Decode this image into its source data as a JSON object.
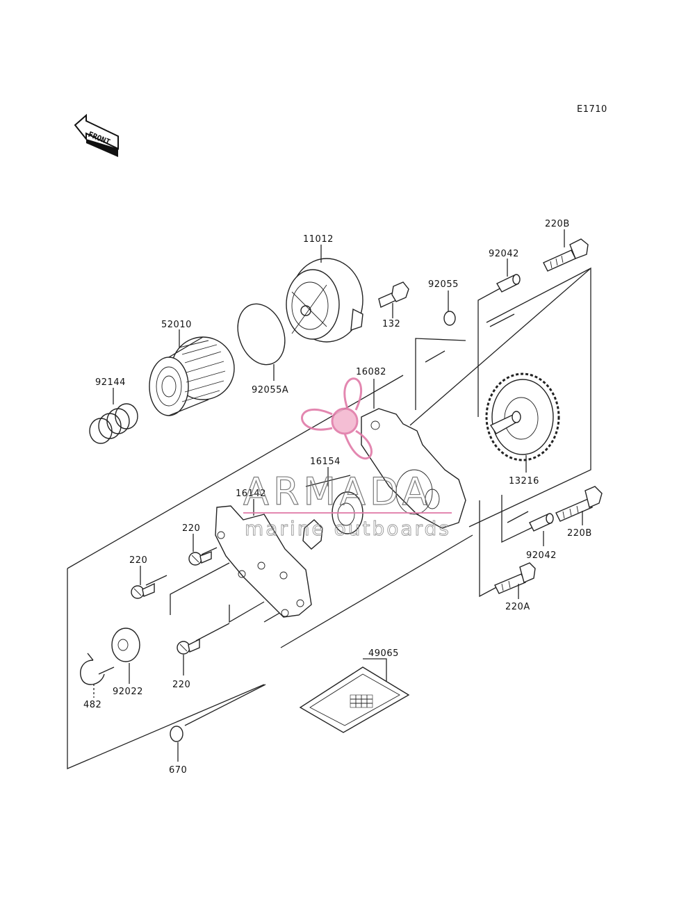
{
  "diagram_code": "E1710",
  "front_label": "FRONT",
  "watermark": {
    "brand": "ARMADA",
    "tagline": "marine outboards",
    "accent_color": "#e07ba8"
  },
  "parts": {
    "p11012": "11012",
    "p52010": "52010",
    "p92055A": "92055A",
    "p92144": "92144",
    "p132": "132",
    "p92055": "92055",
    "p92042_top": "92042",
    "p220B_top": "220B",
    "p16082": "16082",
    "p13216": "13216",
    "p16154": "16154",
    "p16142": "16142",
    "p220_a": "220",
    "p220_b": "220",
    "p220_c": "220",
    "p220B_bot": "220B",
    "p92042_bot": "92042",
    "p220A": "220A",
    "p49065": "49065",
    "p92022": "92022",
    "p482": "482",
    "p670": "670"
  }
}
